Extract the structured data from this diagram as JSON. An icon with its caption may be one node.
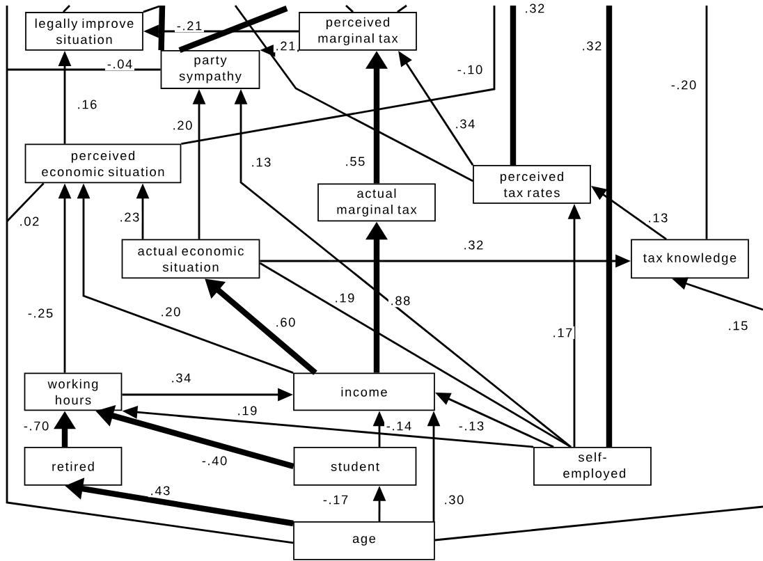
{
  "diagram": {
    "nodes": [
      {
        "text": [
          "legally improve situation"
        ]
      },
      {
        "text": [
          "perceived marginal tax"
        ]
      },
      {
        "text": [
          "party sympathy"
        ]
      },
      {
        "text": [
          "perceived economic situation"
        ]
      },
      {
        "text": [
          "perceived tax rates"
        ]
      },
      {
        "text": [
          "actual marginal tax"
        ]
      },
      {
        "text": [
          "actual economic situation"
        ]
      },
      {
        "text": [
          "tax knowledge"
        ]
      },
      {
        "text": [
          "working hours"
        ]
      },
      {
        "text": [
          "income"
        ]
      },
      {
        "text": [
          "retired"
        ]
      },
      {
        "text": [
          "student"
        ]
      },
      {
        "text": [
          "self-employed"
        ]
      },
      {
        "text": [
          "age"
        ]
      }
    ],
    "edges": [
      {
        "from": 1,
        "to": 0,
        "arrow": "to",
        "label": "-.21"
      },
      {
        "from": 1,
        "to": 2,
        "arrow": "to",
        "label": ".21"
      },
      {
        "from": 3,
        "to": 0,
        "arrow": "to",
        "label": ".16"
      },
      {
        "from": 6,
        "to": 2,
        "arrow": "to",
        "label": ".20"
      },
      {
        "from": 12,
        "to": 2,
        "arrow": "to",
        "label": ".13"
      },
      {
        "from": 6,
        "to": 3,
        "arrow": "to",
        "label": ".23"
      },
      {
        "from": 8,
        "to": 3,
        "arrow": "to",
        "label": "-.25"
      },
      {
        "from": 9,
        "to": 3,
        "arrow": "to",
        "label": ".20"
      },
      {
        "from": 9,
        "to": 6,
        "arrow": "to",
        "label": ".60",
        "style": "thick"
      },
      {
        "from": 9,
        "to": 5,
        "arrow": "to",
        "label": ".88",
        "style": "thick"
      },
      {
        "from": 5,
        "to": 1,
        "arrow": "to",
        "label": ".55",
        "style": "thick"
      },
      {
        "from": 4,
        "to": 1,
        "arrow": "to",
        "label": ".34"
      },
      {
        "from": 6,
        "to": 7,
        "arrow": "to",
        "label": ".32"
      },
      {
        "from": 12,
        "to": 4,
        "arrow": "to",
        "label": ".17"
      },
      {
        "from": 7,
        "to": 4,
        "arrow": "to",
        "label": ".13"
      },
      {
        "from": 12,
        "to": 6,
        "arrow": "none",
        "label": ".19"
      },
      {
        "from": 8,
        "to": 9,
        "arrow": "to",
        "label": ".34"
      },
      {
        "from": 12,
        "to": 8,
        "arrow": "to",
        "label": ".19"
      },
      {
        "from": 11,
        "to": 8,
        "arrow": "to",
        "label": "-.40",
        "style": "thick"
      },
      {
        "from": 10,
        "to": 8,
        "arrow": "to",
        "label": "-.70",
        "style": "thick"
      },
      {
        "from": 11,
        "to": 9,
        "arrow": "to",
        "label": "-.14"
      },
      {
        "from": 12,
        "to": 9,
        "arrow": "to",
        "label": "-.13"
      },
      {
        "from": 13,
        "to": 10,
        "arrow": "to",
        "label": ".43",
        "style": "thick"
      },
      {
        "from": 13,
        "to": 11,
        "arrow": "to",
        "label": "-.17"
      },
      {
        "from": 13,
        "to": 9,
        "arrow": "to",
        "label": ".30"
      },
      {
        "from": 13,
        "to": null,
        "arrow": "none"
      },
      {
        "from": 13,
        "to": null,
        "arrow": "none"
      },
      {
        "from": null,
        "to": 3,
        "arrow": "none",
        "label": ".02"
      },
      {
        "from": null,
        "to": 2,
        "arrow": "none",
        "label": "-.04"
      },
      {
        "from": null,
        "to": 3,
        "arrow": "none",
        "label": "-.10"
      },
      {
        "from": null,
        "to": 4,
        "arrow": "none"
      },
      {
        "from": null,
        "to": 4,
        "arrow": "none",
        "label": ".32",
        "style": "thick"
      },
      {
        "from": null,
        "to": 12,
        "arrow": "none",
        "label": ".32",
        "style": "thick"
      },
      {
        "from": null,
        "to": 7,
        "arrow": "none",
        "label": "-.20"
      },
      {
        "from": null,
        "to": 2,
        "arrow": "none",
        "style": "thick"
      },
      {
        "from": null,
        "to": 2,
        "arrow": "none",
        "style": "thick"
      },
      {
        "from": null,
        "to": 0,
        "arrow": "none"
      },
      {
        "from": null,
        "to": 0,
        "arrow": "none"
      },
      {
        "from": null,
        "to": 1,
        "arrow": "none"
      },
      {
        "from": null,
        "to": 1,
        "arrow": "none"
      },
      {
        "from": null,
        "to": 7,
        "arrow": "to",
        "label": ".15"
      }
    ]
  }
}
